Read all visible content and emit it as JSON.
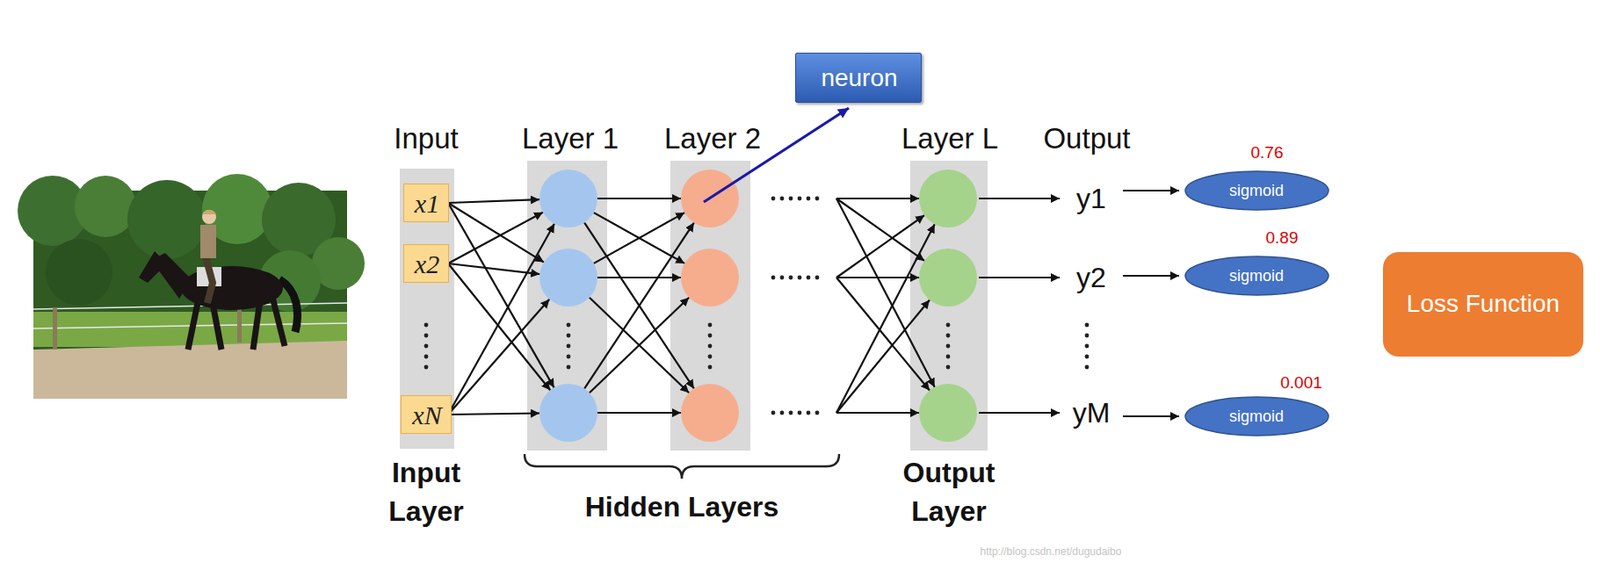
{
  "diagram": {
    "nodes": [
      {
        "text": [
          "neuron"
        ]
      },
      {
        "text": [
          "x1"
        ]
      },
      {
        "text": [
          "x2"
        ]
      },
      {
        "text": [
          "xN"
        ]
      },
      {
        "text": [
          "sigmoid"
        ]
      },
      {
        "text": [
          "sigmoid"
        ]
      },
      {
        "text": [
          "sigmoid"
        ]
      },
      {
        "text": [
          "Loss Function"
        ]
      }
    ],
    "labels": [
      "Input",
      "Layer 1",
      "Layer 2",
      "Layer L",
      "Output",
      "y1",
      "y2",
      "yM",
      "0.76",
      "0.89",
      "0.001",
      "Input Layer",
      "Hidden Layers",
      "Output Layer",
      "http://blog.csdn.net/dugudaibo"
    ]
  }
}
